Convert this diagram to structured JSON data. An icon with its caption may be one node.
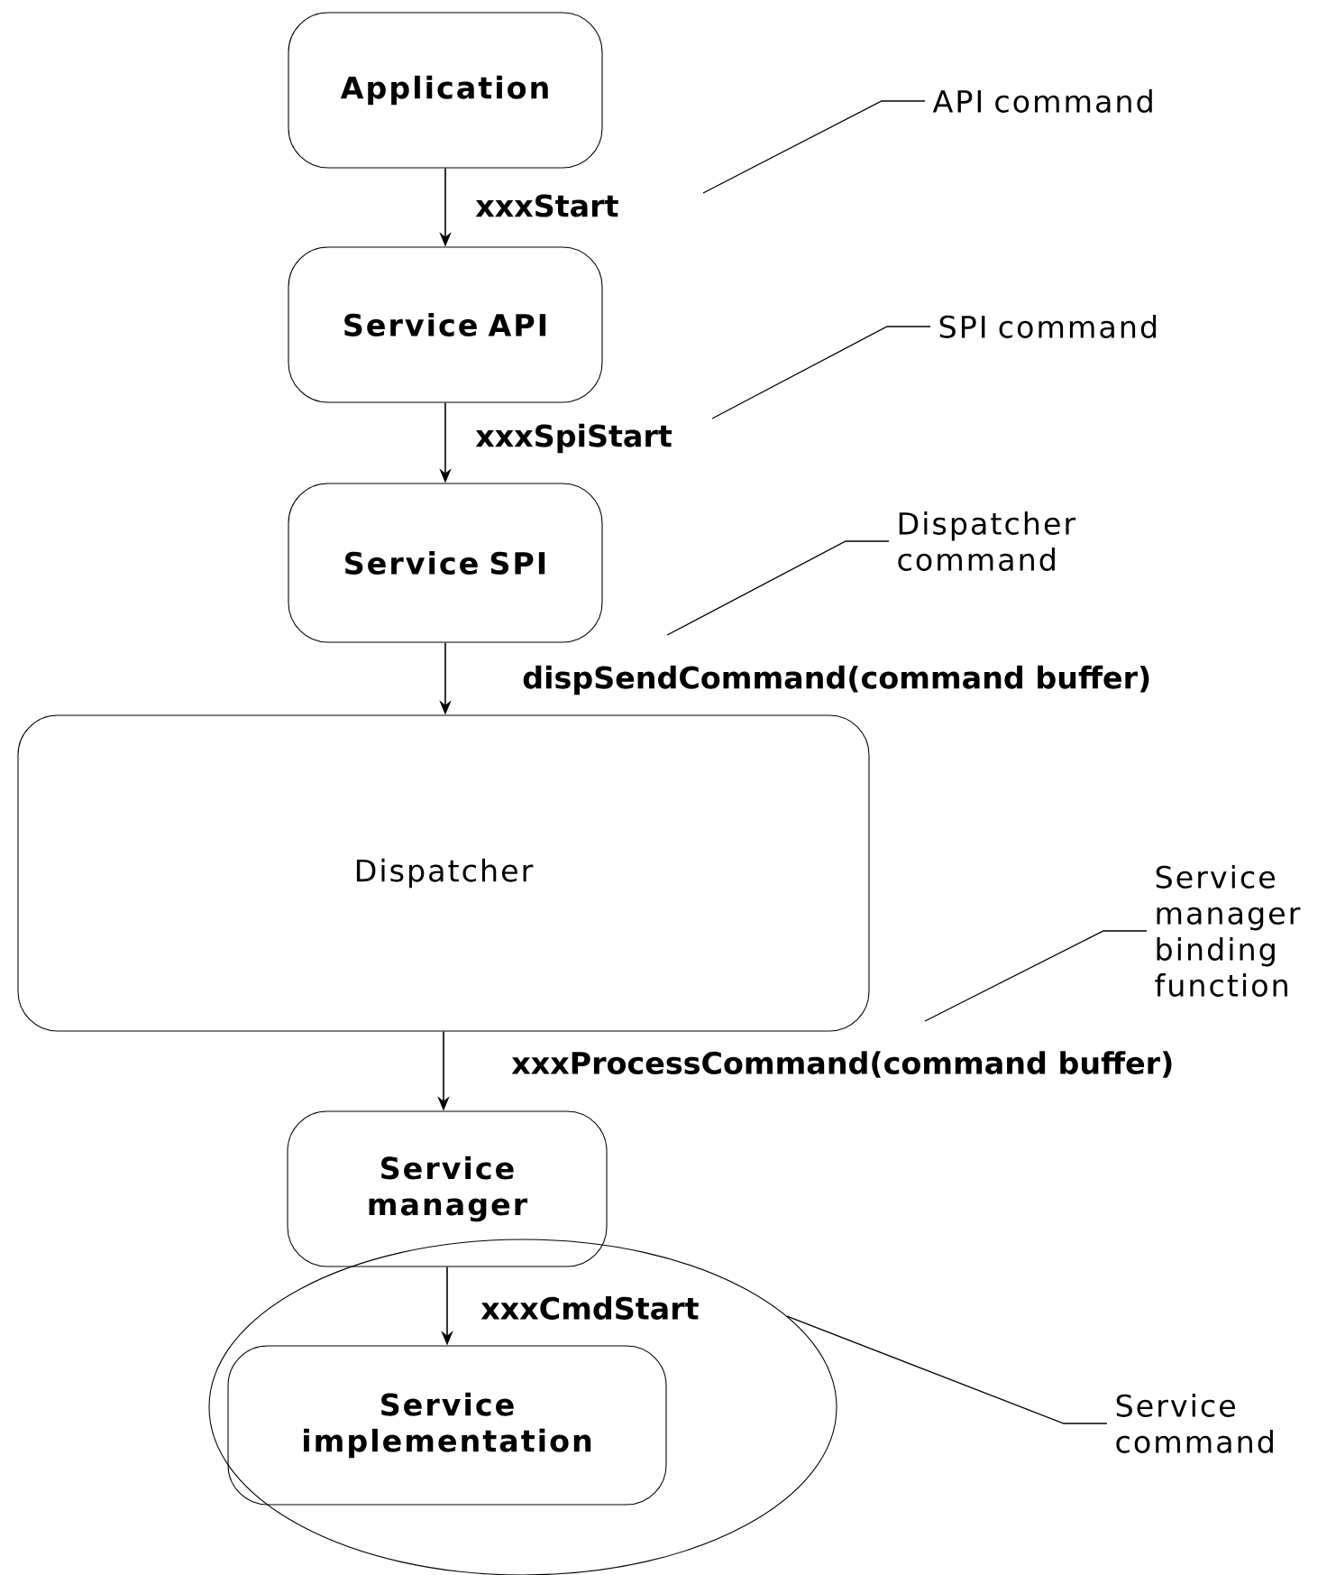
{
  "diagram": {
    "nodes": [
      {
        "text": [
          "Application"
        ]
      },
      {
        "text": [
          "Service API"
        ]
      },
      {
        "text": [
          "Service SPI"
        ]
      },
      {
        "text": [
          "Dispatcher"
        ]
      },
      {
        "text": [
          "Service manager"
        ]
      },
      {
        "text": [],
        "shape": "ellipse"
      },
      {
        "text": [
          "Service implementation"
        ],
        "in": 5
      },
      {
        "text": [
          "API command"
        ]
      },
      {
        "text": [
          "SPI command"
        ]
      },
      {
        "text": [
          "Dispatcher command"
        ]
      },
      {
        "text": [
          "Service manager binding function"
        ]
      },
      {
        "text": [
          "Service command"
        ]
      }
    ],
    "edges": [
      {
        "from": 0,
        "to": 1,
        "arrow": "to",
        "label": "xxxStart"
      },
      {
        "from": 1,
        "to": 2,
        "arrow": "to",
        "label": "xxxSpiStart"
      },
      {
        "from": 2,
        "to": 3,
        "arrow": "to",
        "label": "dispSendCommand(command buffer)"
      },
      {
        "from": 3,
        "to": 4,
        "arrow": "to",
        "label": "xxxProcessCommand(command buffer)"
      },
      {
        "from": 4,
        "to": 6,
        "arrow": "to",
        "label": "xxxCmdStart"
      },
      {
        "from": 7,
        "to": null,
        "arrow": "none"
      },
      {
        "from": 8,
        "to": null,
        "arrow": "none"
      },
      {
        "from": 9,
        "to": null,
        "arrow": "none"
      },
      {
        "from": 10,
        "to": null,
        "arrow": "none"
      },
      {
        "from": 11,
        "to": 5,
        "arrow": "none"
      }
    ]
  }
}
